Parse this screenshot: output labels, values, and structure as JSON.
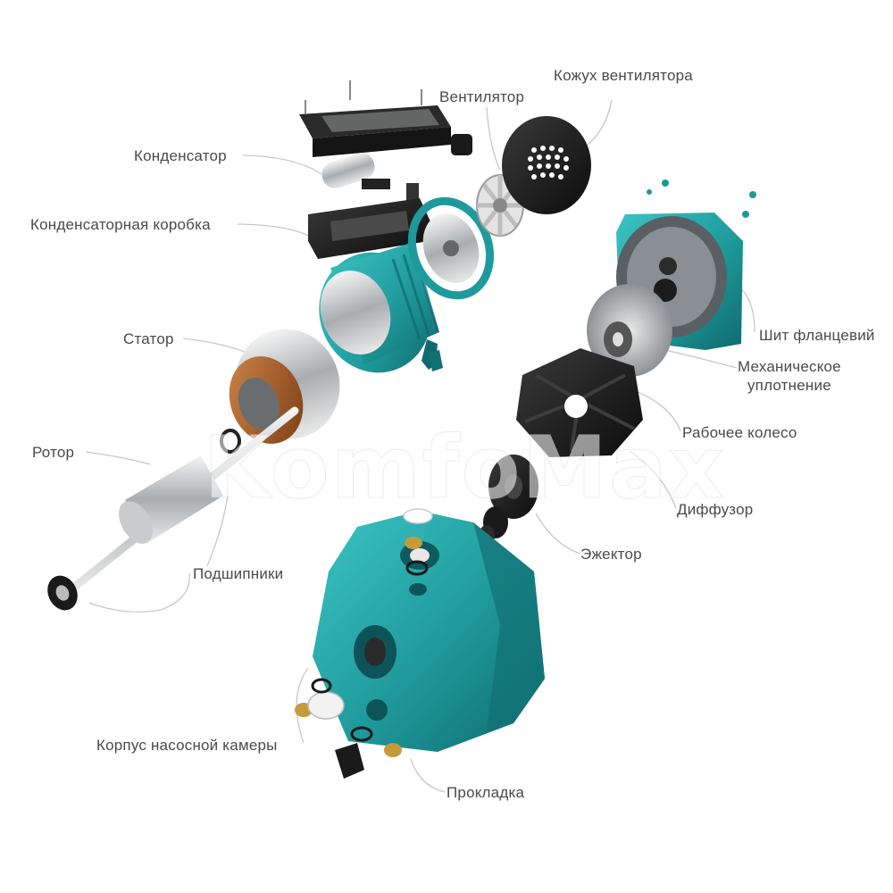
{
  "labels": {
    "fan_cover": "Кожух вентилятора",
    "fan": "Вентилятор",
    "capacitor": "Конденсатор",
    "capacitor_box": "Конденсаторная коробка",
    "stator": "Статор",
    "rotor": "Ротор",
    "bearings": "Подшипники",
    "flange_shield": "Шит фланцевий",
    "mechanical_seal": "Механическое\nуплотнение",
    "impeller": "Рабочее колесо",
    "diffuser": "Диффузор",
    "ejector": "Эжектор",
    "pump_chamber_housing": "Корпус насосной камеры",
    "gasket": "Прокладка"
  },
  "watermark": "KomfoMax",
  "colors": {
    "teal": "#1f9a9c",
    "teal_dark": "#127074",
    "black_part": "#1c1c1c",
    "copper": "#b5642c",
    "label_text": "#4a4a4a",
    "leader_line": "#c8c8c8"
  }
}
